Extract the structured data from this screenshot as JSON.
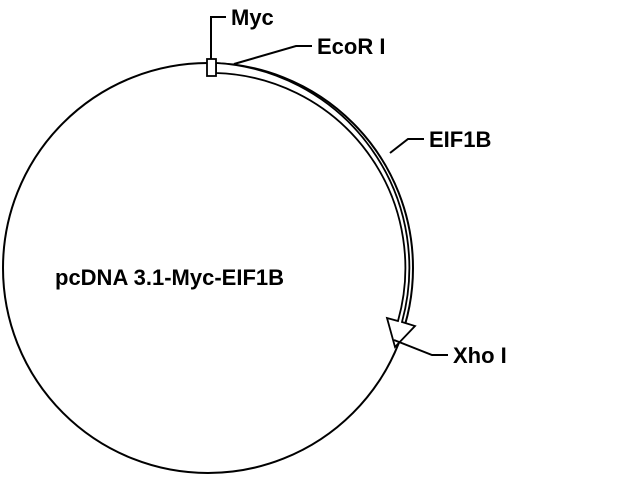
{
  "plasmid": {
    "name": "pcDNA 3.1-Myc-EIF1B",
    "backbone_color": "#000000"
  },
  "features": {
    "myc_label": "Myc",
    "ecori_label": "EcoR I",
    "eif1b_label": "EIF1B",
    "xhoi_label": "Xho I"
  }
}
